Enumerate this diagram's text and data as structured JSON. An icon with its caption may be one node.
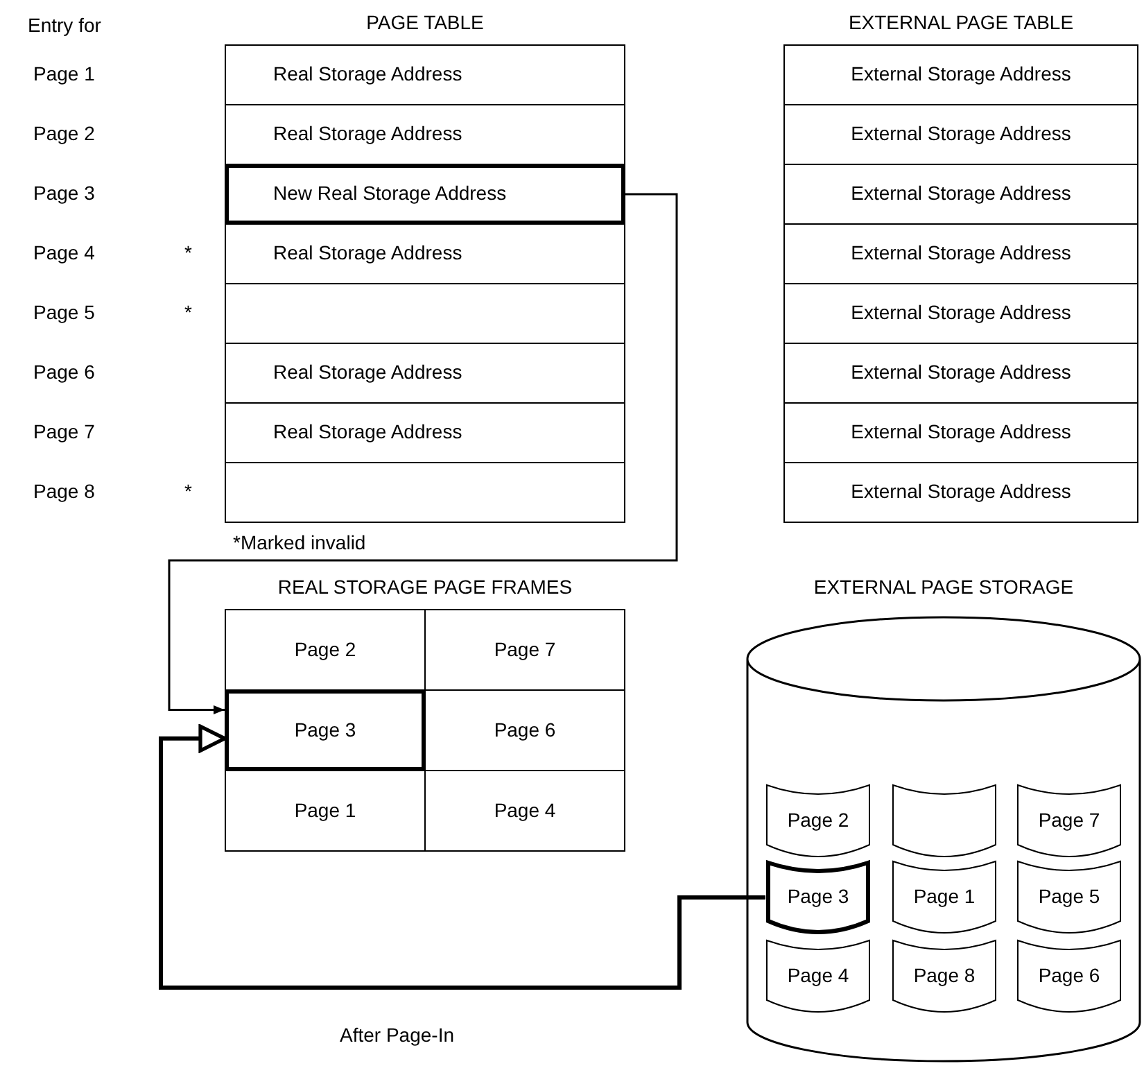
{
  "diagram": {
    "nodes": [
      {
        "text": [
          "PAGE TABLE"
        ]
      },
      {
        "text": [
          "Real Storage Address"
        ],
        "in": 0
      },
      {
        "text": [
          "Real Storage Address"
        ],
        "in": 0
      },
      {
        "text": [
          "New Real Storage Address"
        ],
        "in": 0
      },
      {
        "text": [
          "Real Storage Address"
        ],
        "in": 0
      },
      {
        "text": [],
        "shape": "box",
        "in": 0
      },
      {
        "text": [
          "Real Storage Address"
        ],
        "in": 0
      },
      {
        "text": [
          "Real Storage Address"
        ],
        "in": 0
      },
      {
        "text": [],
        "shape": "box",
        "in": 0
      },
      {
        "text": [
          "EXTERNAL PAGE TABLE"
        ]
      },
      {
        "text": [
          "External Storage Address"
        ],
        "in": 9
      },
      {
        "text": [
          "External Storage Address"
        ],
        "in": 9
      },
      {
        "text": [
          "External Storage Address"
        ],
        "in": 9
      },
      {
        "text": [
          "External Storage Address"
        ],
        "in": 9
      },
      {
        "text": [
          "External Storage Address"
        ],
        "in": 9
      },
      {
        "text": [
          "External Storage Address"
        ],
        "in": 9
      },
      {
        "text": [
          "External Storage Address"
        ],
        "in": 9
      },
      {
        "text": [
          "External Storage Address"
        ],
        "in": 9
      },
      {
        "text": [
          "REAL STORAGE PAGE FRAMES"
        ]
      },
      {
        "text": [
          "Page 2"
        ],
        "in": 18
      },
      {
        "text": [
          "Page 7"
        ],
        "in": 18
      },
      {
        "text": [
          "Page 3"
        ],
        "in": 18
      },
      {
        "text": [
          "Page 6"
        ],
        "in": 18
      },
      {
        "text": [
          "Page 1"
        ],
        "in": 18
      },
      {
        "text": [
          "Page 4"
        ],
        "in": 18
      },
      {
        "text": [
          "EXTERNAL PAGE STORAGE"
        ]
      },
      {
        "text": [
          "Page 2"
        ],
        "in": 25
      },
      {
        "text": [],
        "shape": "cylinder",
        "in": 25
      },
      {
        "text": [
          "Page 7"
        ],
        "in": 25
      },
      {
        "text": [
          "Page 3"
        ],
        "in": 25
      },
      {
        "text": [
          "Page 1"
        ],
        "in": 25
      },
      {
        "text": [
          "Page 5"
        ],
        "in": 25
      },
      {
        "text": [
          "Page 4"
        ],
        "in": 25
      },
      {
        "text": [
          "Page 8"
        ],
        "in": 25
      },
      {
        "text": [
          "Page 6"
        ],
        "in": 25
      }
    ],
    "edges": [
      {
        "from": 3,
        "to": 21,
        "arrow": "to"
      },
      {
        "from": 29,
        "to": 21,
        "arrow": "to",
        "style": "thick"
      }
    ],
    "labels": [
      "Entry for",
      "Page 1",
      "Page 2",
      "Page 3",
      "Page 4",
      "*",
      "Page 5",
      "*",
      "Page 6",
      "Page 7",
      "Page 8",
      "*",
      "*Marked invalid",
      "After Page-In"
    ]
  }
}
